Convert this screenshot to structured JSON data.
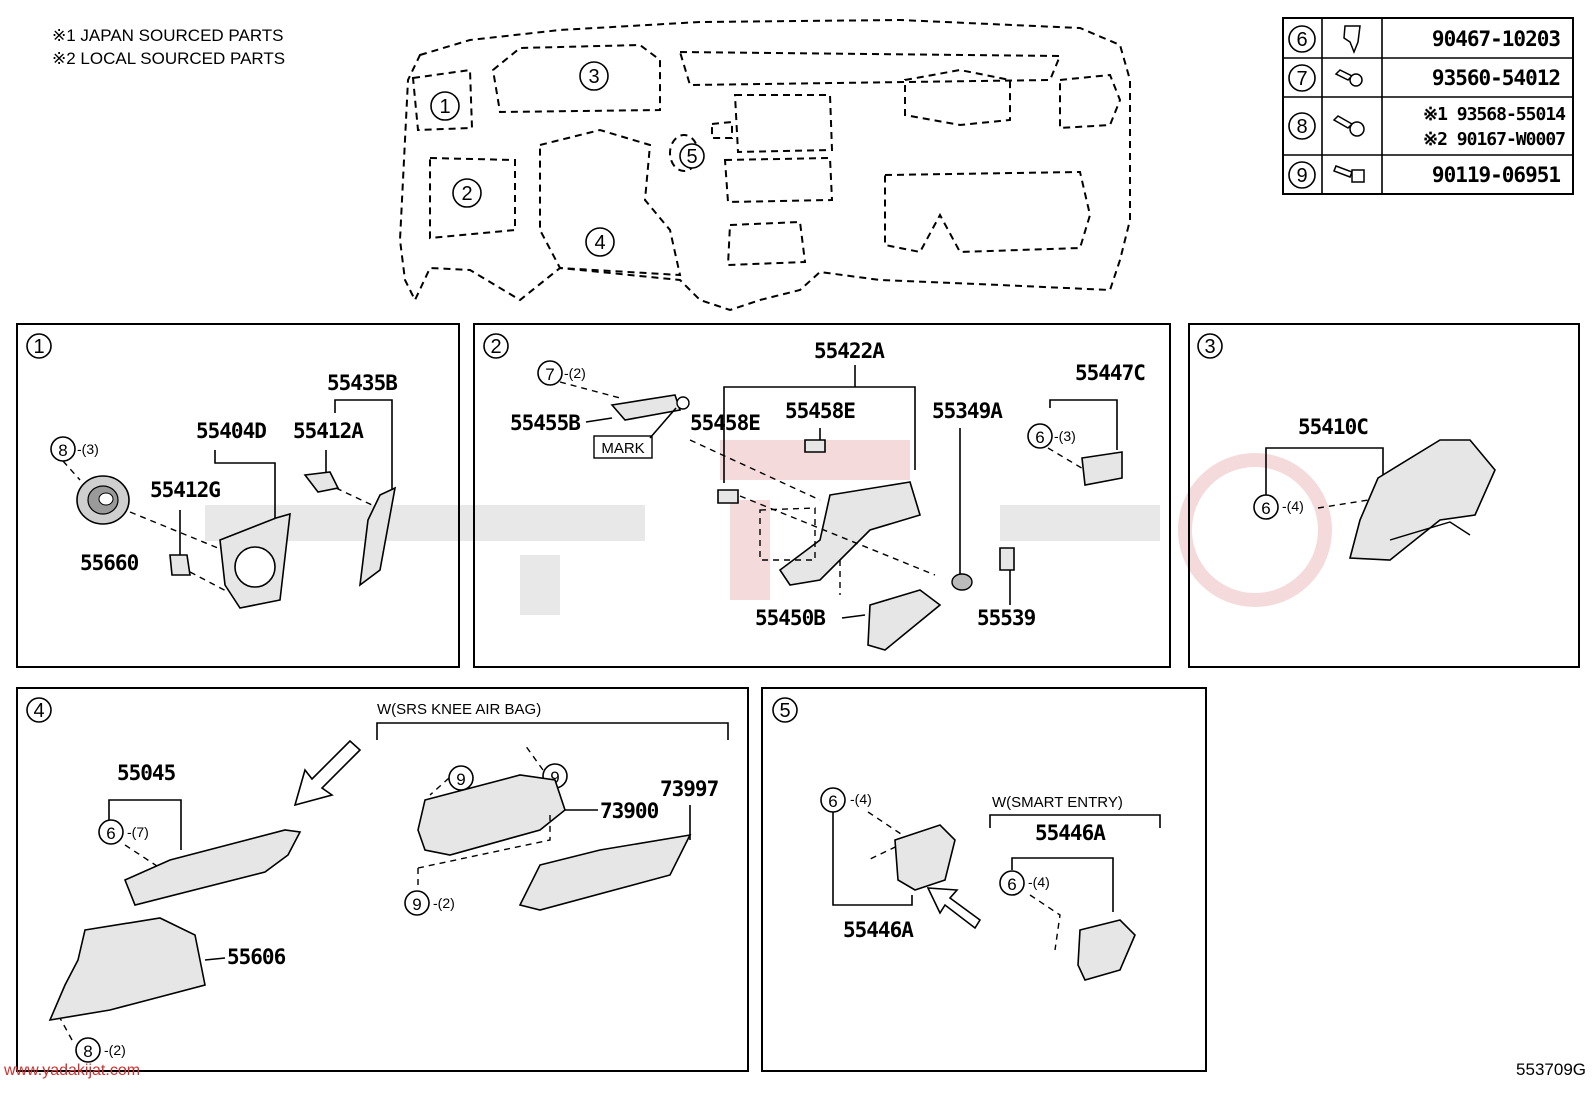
{
  "notes": [
    "※1 JAPAN SOURCED PARTS",
    "※2 LOCAL SOURCED PARTS"
  ],
  "legend": [
    {
      "num": "6",
      "icon": "clip-icon",
      "parts": [
        "90467-10203"
      ]
    },
    {
      "num": "7",
      "icon": "screw-icon",
      "parts": [
        "93560-54012"
      ]
    },
    {
      "num": "8",
      "icon": "screw-icon",
      "parts": [
        "※1 93568-55014",
        "※2 90167-W0007"
      ]
    },
    {
      "num": "9",
      "icon": "bolt-icon",
      "parts": [
        "90119-06951"
      ]
    }
  ],
  "overview": {
    "labels": [
      "1",
      "2",
      "3",
      "4",
      "5"
    ]
  },
  "panels": {
    "p1": {
      "num": "1",
      "parts": {
        "a": "55435B",
        "b": "55404D",
        "c": "55412A",
        "d": "55412G",
        "e": "55660"
      },
      "fasteners": [
        {
          "num": "8",
          "qty": "-(3)"
        }
      ]
    },
    "p2": {
      "num": "2",
      "parts": {
        "a": "55422A",
        "b": "55447C",
        "c": "55455B",
        "d": "55458E",
        "e": "55458E",
        "f": "55349A",
        "g": "55450B",
        "h": "55539"
      },
      "mark": "MARK",
      "fasteners": [
        {
          "num": "7",
          "qty": "-(2)"
        },
        {
          "num": "6",
          "qty": "-(3)"
        }
      ]
    },
    "p3": {
      "num": "3",
      "parts": {
        "a": "55410C"
      },
      "fasteners": [
        {
          "num": "6",
          "qty": "-(4)"
        }
      ]
    },
    "p4": {
      "num": "4",
      "caption": "W(SRS KNEE AIR BAG)",
      "parts": {
        "a": "55045",
        "b": "55606",
        "c": "73900",
        "d": "73997"
      },
      "fasteners": [
        {
          "num": "6",
          "qty": "-(7)"
        },
        {
          "num": "9",
          "qty": ""
        },
        {
          "num": "9",
          "qty": ""
        },
        {
          "num": "9",
          "qty": "-(2)"
        },
        {
          "num": "8",
          "qty": "-(2)"
        }
      ]
    },
    "p5": {
      "num": "5",
      "caption": "W(SMART ENTRY)",
      "parts": {
        "a": "55446A",
        "b": "55446A"
      },
      "fasteners": [
        {
          "num": "6",
          "qty": "-(4)"
        },
        {
          "num": "6",
          "qty": "-(4)"
        }
      ]
    }
  },
  "footer": {
    "site": "www.yadakijat.com",
    "code": "553709G"
  }
}
